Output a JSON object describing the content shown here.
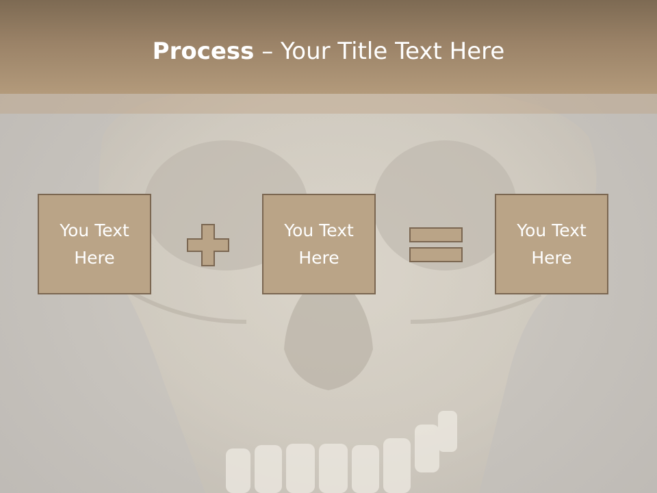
{
  "slide": {
    "title_strong": "Process",
    "title_dash": " – ",
    "title_rest": "Your Title Text Here"
  },
  "process": {
    "boxes": [
      {
        "label": "You Text Here"
      },
      {
        "label": "You Text Here"
      },
      {
        "label": "You Text Here"
      }
    ],
    "operators": [
      "plus-icon",
      "equals-icon"
    ]
  },
  "colors": {
    "title_band": "#9a8267",
    "box_fill": "#baa487",
    "box_border": "#7a6651",
    "text": "#ffffff"
  }
}
